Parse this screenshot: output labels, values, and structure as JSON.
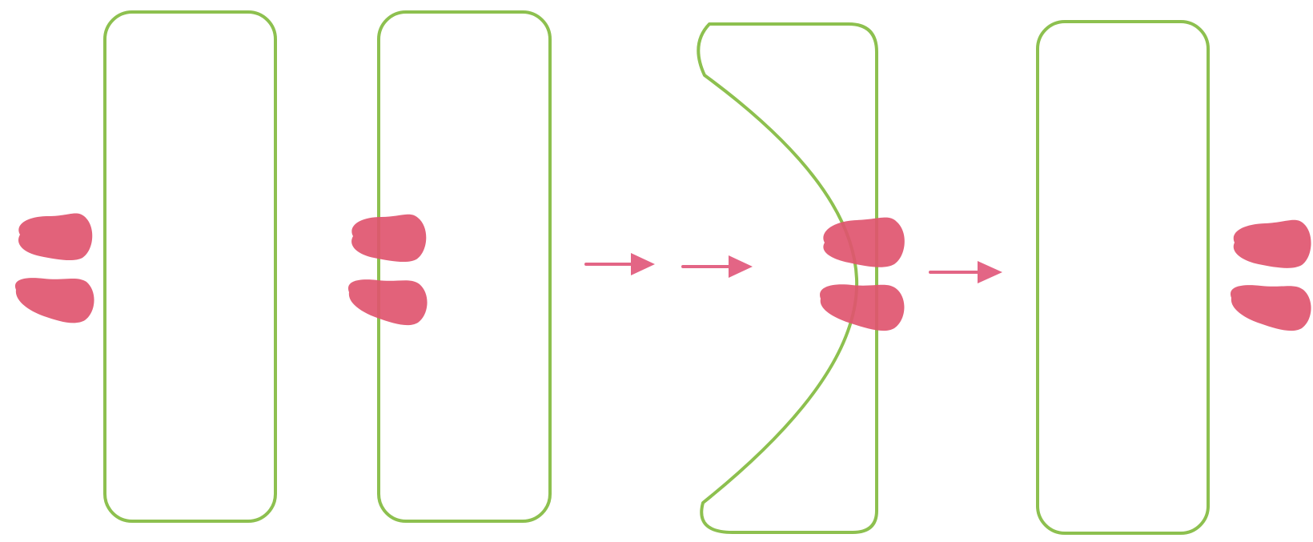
{
  "colors": {
    "background": "#ffffff",
    "cell_outline": "#8dc04f",
    "blob": "#e0556f",
    "arrow": "#e36585"
  },
  "panels": [
    {
      "id": 1,
      "cell_shape": "rounded-rectangle",
      "blob_position": "outside-left",
      "blob_count": 2
    },
    {
      "id": 2,
      "cell_shape": "rounded-rectangle",
      "blob_position": "on-left-wall",
      "blob_count": 2
    },
    {
      "id": 3,
      "cell_shape": "concave-left-wall",
      "blob_position": "inside-near-right-wall",
      "blob_count": 2
    },
    {
      "id": 4,
      "cell_shape": "rounded-rectangle",
      "blob_position": "outside-right",
      "blob_count": 2
    }
  ],
  "arrows": [
    {
      "between": "panel-2-and-panel-3",
      "direction": "right"
    },
    {
      "between": "panel-2-and-panel-3",
      "direction": "right"
    },
    {
      "between": "panel-3-and-panel-4",
      "direction": "right"
    }
  ]
}
